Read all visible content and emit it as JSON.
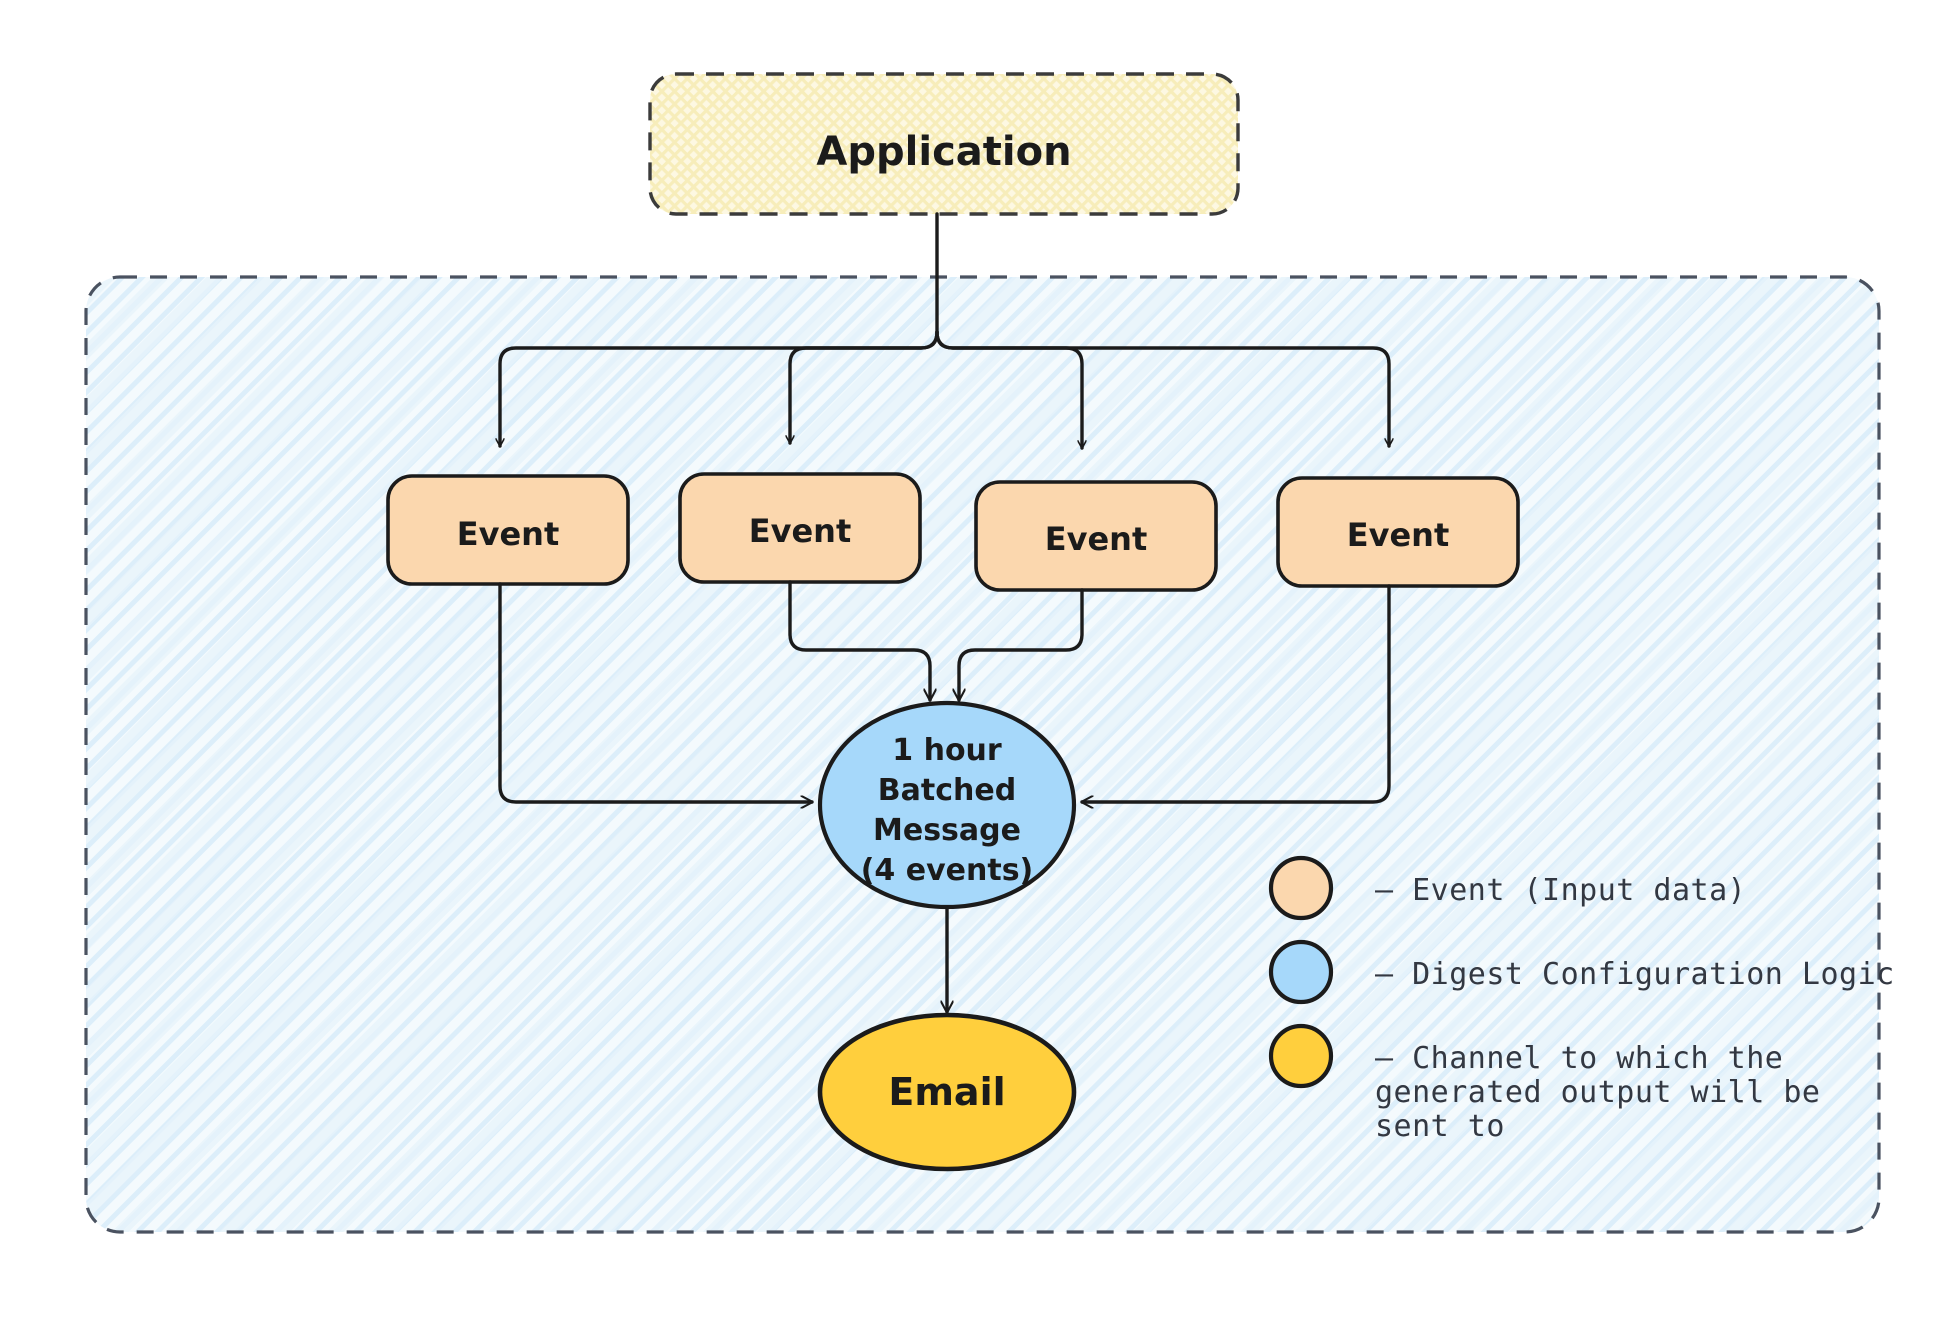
{
  "diagram": {
    "title_node": {
      "label": "Application",
      "fill": "#fbf4d0",
      "border": "#3b3b3b",
      "style": "dashed-rounded-rect"
    },
    "container": {
      "name": "digest-container",
      "fill": "#eaf4fb",
      "border": "#4a5260",
      "style": "dashed-rounded-rect-hatched"
    },
    "events": [
      {
        "label": "Event"
      },
      {
        "label": "Event"
      },
      {
        "label": "Event"
      },
      {
        "label": "Event"
      }
    ],
    "event_style": {
      "fill": "#fbd7ae",
      "border": "#1b1b1b"
    },
    "digest_node": {
      "lines": [
        "1 hour",
        "Batched",
        "Message",
        "(4 events)"
      ],
      "fill": "#a6d8fa",
      "border": "#1b1b1b"
    },
    "channel_node": {
      "label": "Email",
      "fill": "#ffcf3d",
      "border": "#1b1b1b"
    },
    "legend": {
      "items": [
        {
          "swatch_color": "#fbd7ae",
          "swatch_name": "legend-swatch-event",
          "text_lines": [
            "– Event (Input data)"
          ]
        },
        {
          "swatch_color": "#a6d8fa",
          "swatch_name": "legend-swatch-digest",
          "text_lines": [
            "– Digest Configuration Logic"
          ]
        },
        {
          "swatch_color": "#ffcf3d",
          "swatch_name": "legend-swatch-channel",
          "text_lines": [
            "– Channel to which the",
            "generated output will be",
            "sent to"
          ]
        }
      ]
    },
    "colors": {
      "event": "#fbd7ae",
      "digest": "#a6d8fa",
      "channel": "#ffcf3d",
      "application": "#fbf4d0",
      "container": "#eaf4fb",
      "stroke": "#1b1b1b",
      "legend_text": "#333842"
    }
  }
}
